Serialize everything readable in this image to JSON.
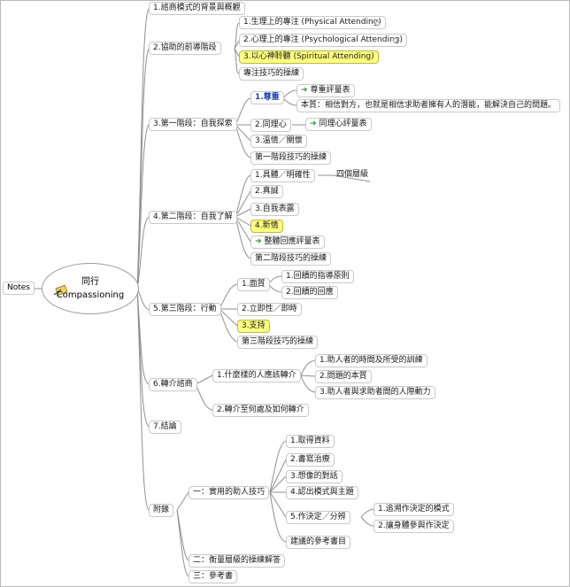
{
  "central": {
    "line1": "同行",
    "line2": "Compassioning"
  },
  "notes_label": "Notes",
  "branches": {
    "b1": "1.諮商模式的背景與概觀",
    "b2": "2.協助的前導階段",
    "b2_1": "1.生理上的專注 (Physical Attending)",
    "b2_2": "2.心理上的專注 (Psychological Attending)",
    "b2_3": "3.以心神聆聽 (Spiritual Attending)",
    "b2_4": "專注技巧的操練",
    "b3": "3.第一階段：自我探索",
    "b3_1": "1.尊重",
    "b3_1a": "尊重評量表",
    "b3_1b": "本質：相信對方，也就是相信求助者擁有人的潛能，能解決自己的問題。",
    "b3_2": "2.同理心",
    "b3_2a": "同理心評量表",
    "b3_3": "3.溫情／關懷",
    "b3_4": "第一階段技巧的操練",
    "b4": "4.第二階段：自我了解",
    "b4_1": "1.具體／明確性",
    "b4_1a": "四個層級",
    "b4_2": "2.真誠",
    "b4_3": "3.自我表露",
    "b4_4": "4.新情",
    "b4_5": "整體回應評量表",
    "b4_6": "第二階段技巧的操練",
    "b5": "5.第三階段：行動",
    "b5_1": "1.面質",
    "b5_1a": "1.回饋的指導原則",
    "b5_1b": "2.回饋的回應",
    "b5_2": "2.立即性／即時",
    "b5_3": "3.支持",
    "b5_4": "第三階段技巧的操練",
    "b6": "6.轉介諮商",
    "b6_1": "1.什麼樣的人應該轉介",
    "b6_1a": "1.助人者的時間及所受的訓練",
    "b6_1b": "2.問題的本質",
    "b6_1c": "3.助人者與求助者間的人際動力",
    "b6_2": "2.轉介至何處及如何轉介",
    "b7": "7.結論",
    "b8": "附錄",
    "b8_1": "一：實用的助人技巧",
    "b8_1a": "1.取得資料",
    "b8_1b": "2.書寫治療",
    "b8_1c": "3.想像的對話",
    "b8_1d": "4.認出模式與主題",
    "b8_1e": "5.作決定／分辨",
    "b8_1e1": "1.追溯作決定的模式",
    "b8_1e2": "2.讓身體參與作決定",
    "b8_1f": "建議的參考書目",
    "b8_2": "二：衡量層級的操練解答",
    "b8_3": "三：參考書"
  },
  "icons": [
    "notepad-icon",
    "green-arrow-icon",
    "collapse-marker-icon"
  ],
  "colors": {
    "highlight": "#ffff80",
    "link_text": "#1f3fae",
    "arrow": "#2f9a2f",
    "line": "#8f8f8f"
  }
}
